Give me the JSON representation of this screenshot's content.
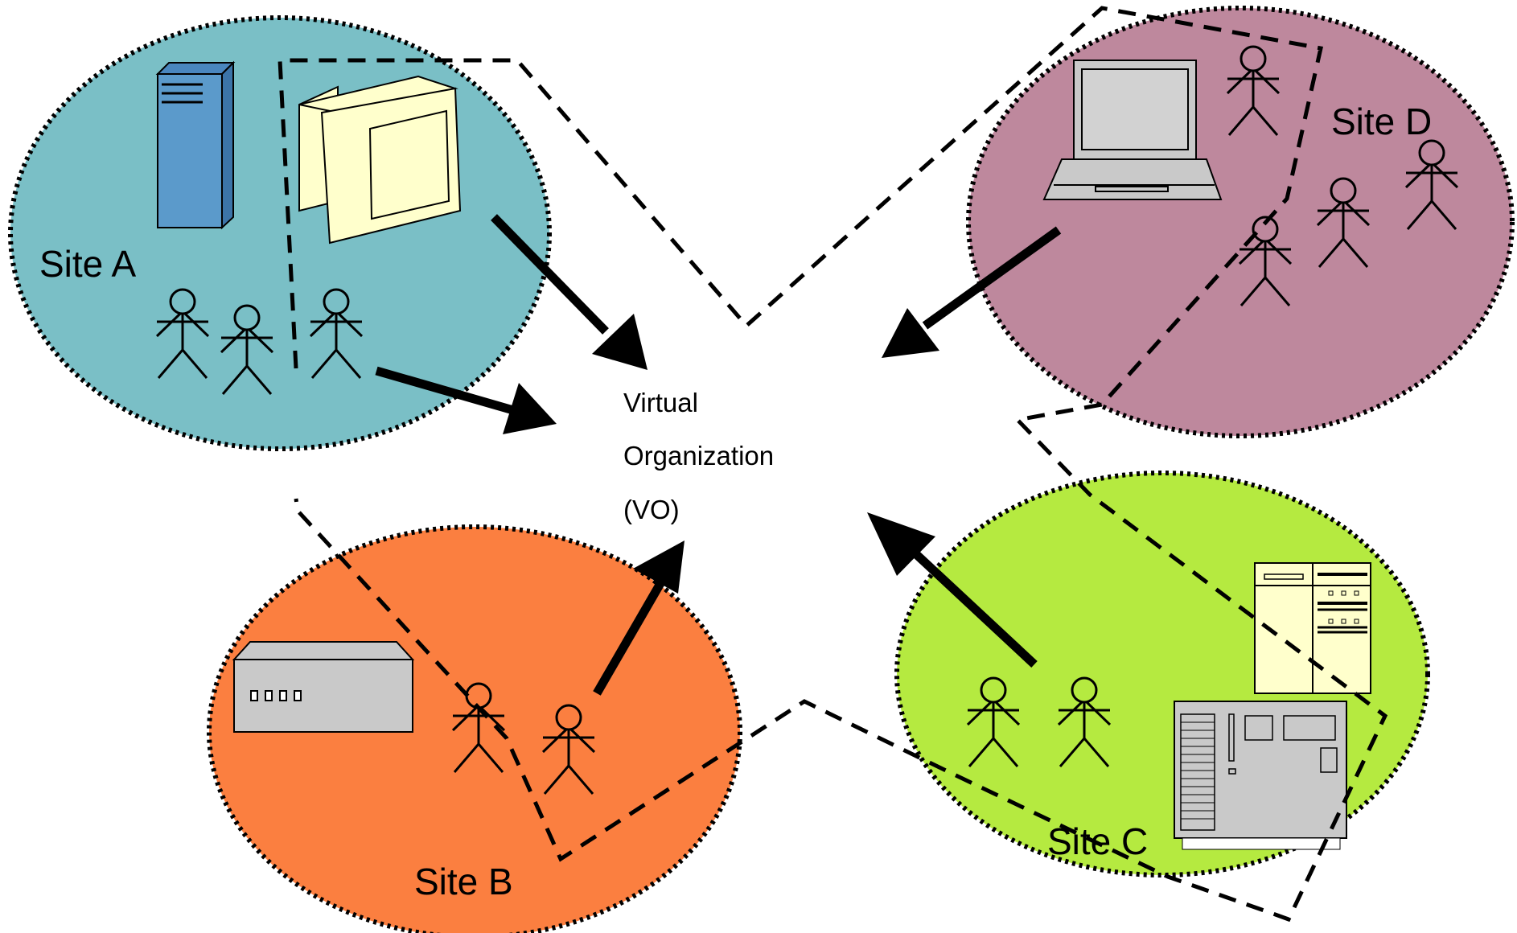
{
  "diagram": {
    "vo_label_lines": [
      "Virtual",
      "Organization",
      "(VO)"
    ],
    "sites": [
      {
        "id": "a",
        "label": "Site A",
        "color": "#7ABFC6"
      },
      {
        "id": "b",
        "label": "Site B",
        "color": "#FB7F40"
      },
      {
        "id": "c",
        "label": "Site C",
        "color": "#B5EA40"
      },
      {
        "id": "d",
        "label": "Site D",
        "color": "#BE889D"
      }
    ],
    "icons": [
      "server-tower-icon",
      "crt-monitor-icon",
      "network-box-icon",
      "laptop-icon",
      "rack-server-icon",
      "circuit-board-icon",
      "person-icon"
    ],
    "colors": {
      "outline": "#000000",
      "server_blue": "#5B9ACB",
      "monitor_yellow": "#FFFFCC",
      "device_gray": "#C9C9C9"
    }
  }
}
